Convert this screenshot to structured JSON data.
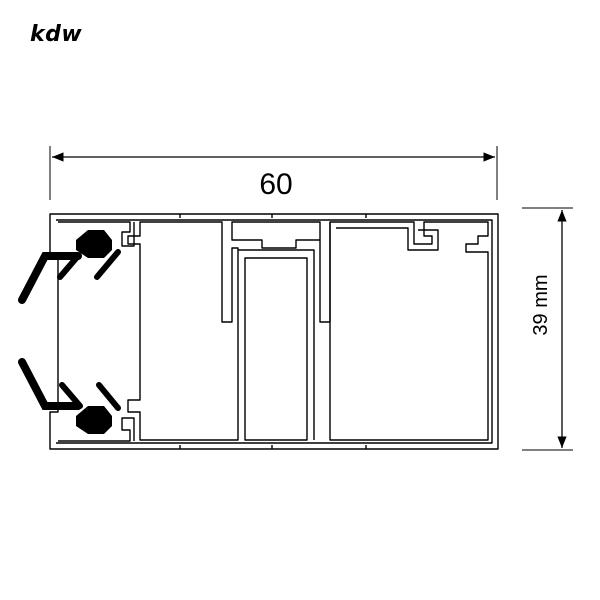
{
  "brand": {
    "logo_text": "kdw"
  },
  "drawing": {
    "width_dimension": "60",
    "height_dimension": "39 mm",
    "line_color": "#000000",
    "background_color": "#ffffff"
  }
}
